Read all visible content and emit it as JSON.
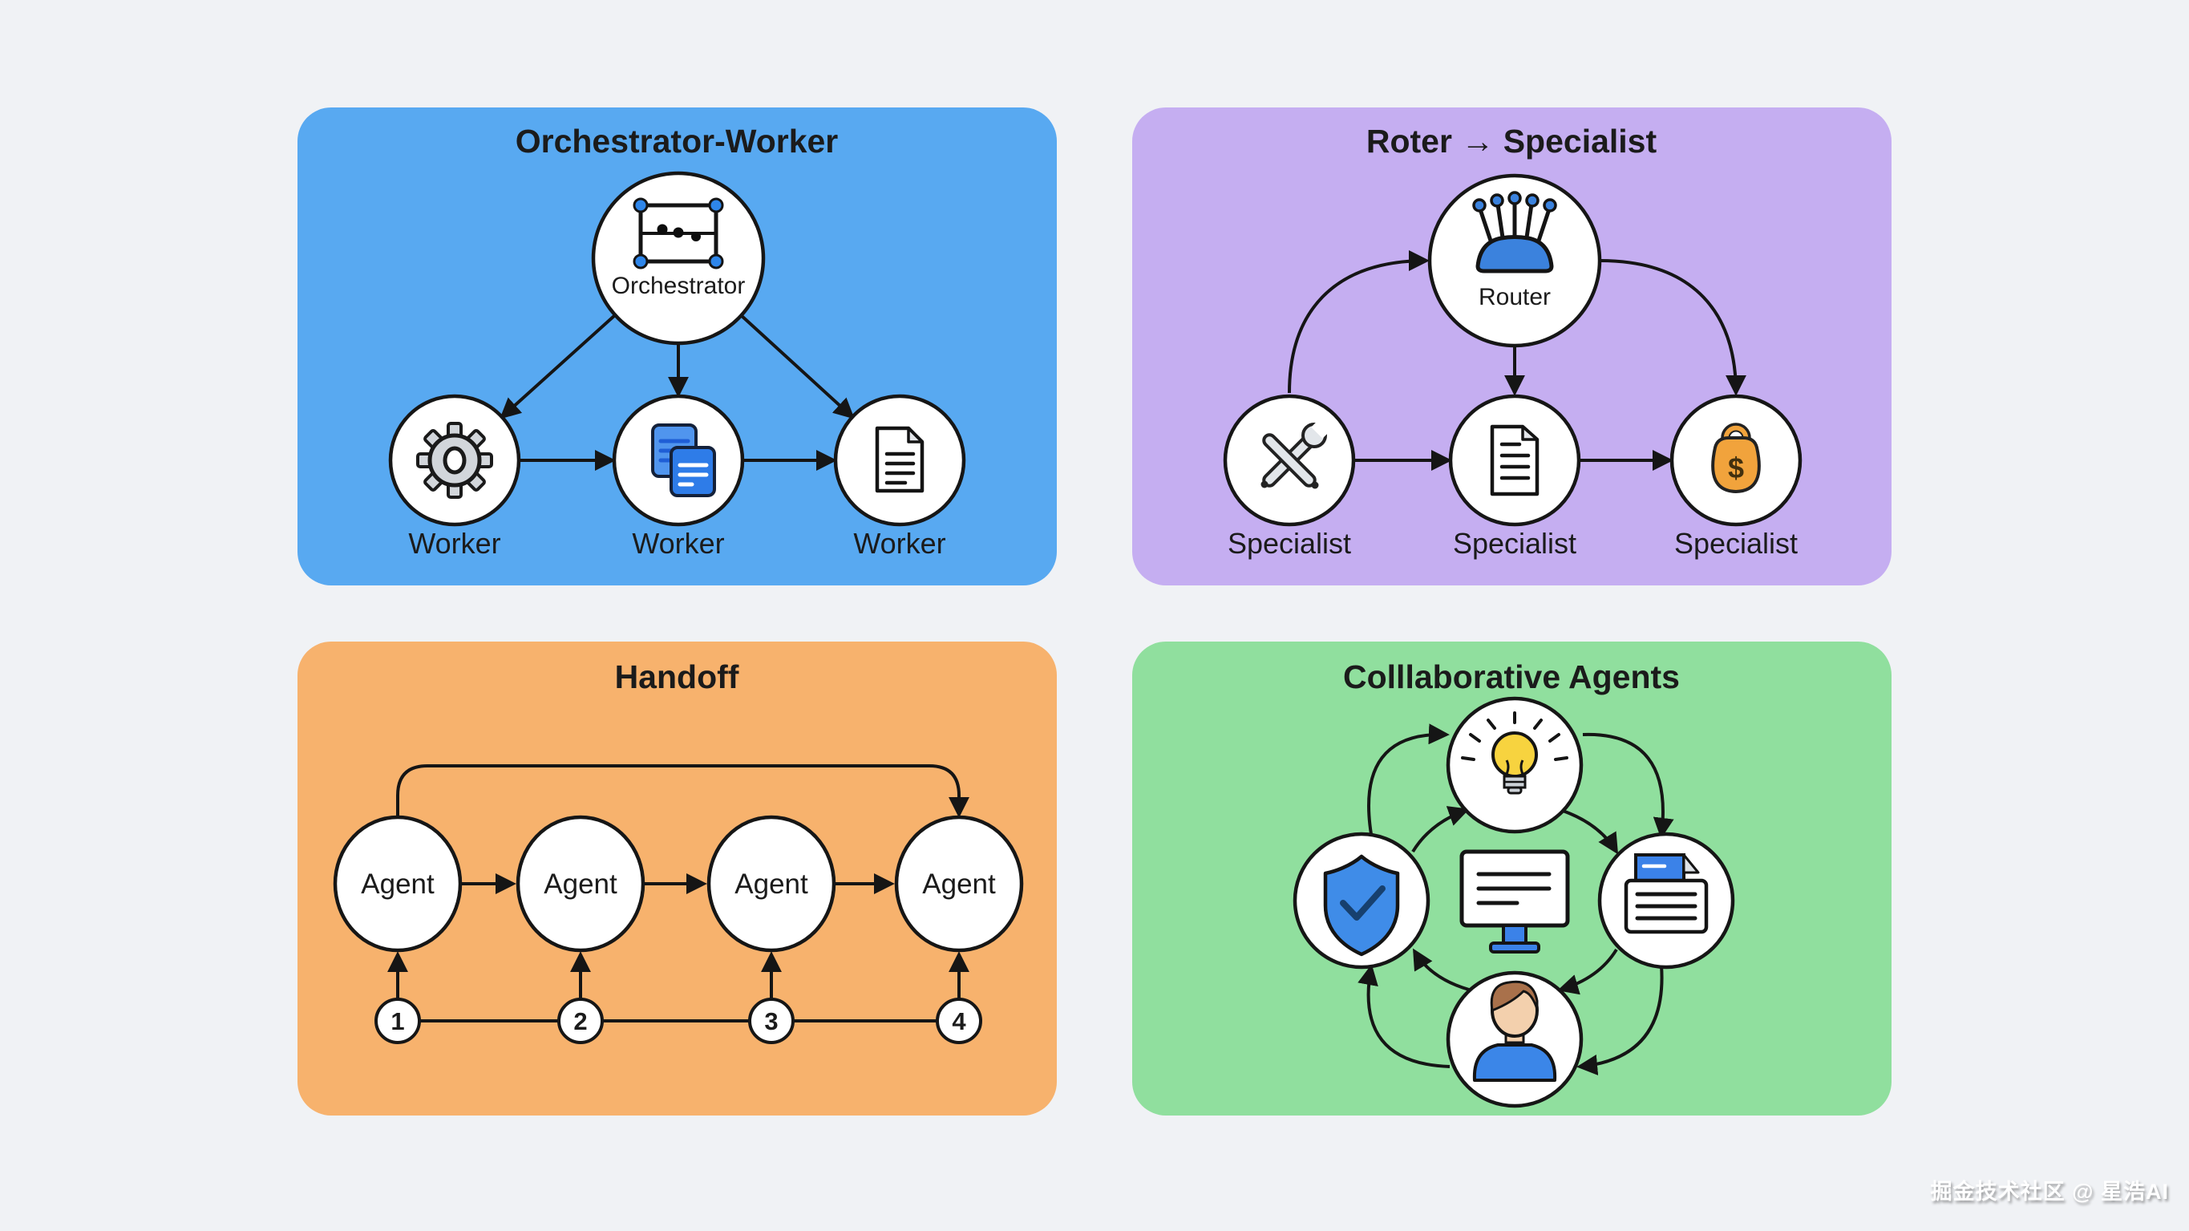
{
  "watermark": "掘金技术社区 @ 星浩AI",
  "colors": {
    "background": "#f0f2f5",
    "node_fill": "#ffffff",
    "stroke": "#161616"
  },
  "panels": {
    "orchestrator_worker": {
      "title": "Orchestrator-Worker",
      "color": "#58a9f1",
      "orchestrator": {
        "label": "Orchestrator",
        "icon": "workflow-icon"
      },
      "workers": [
        {
          "label": "Worker",
          "icon": "gear-icon"
        },
        {
          "label": "Worker",
          "icon": "copy-documents-icon"
        },
        {
          "label": "Worker",
          "icon": "document-icon"
        }
      ]
    },
    "router_specialist": {
      "title": "Roter → Specialist",
      "color": "#c5aef1",
      "router": {
        "label": "Router",
        "icon": "router-icon"
      },
      "specialists": [
        {
          "label": "Specialist",
          "icon": "tools-icon"
        },
        {
          "label": "Specialist",
          "icon": "document-icon"
        },
        {
          "label": "Specialist",
          "icon": "money-bag-icon"
        }
      ]
    },
    "handoff": {
      "title": "Handoff",
      "agents": [
        {
          "label": "Agent",
          "step": "1"
        },
        {
          "label": "Agent",
          "step": "2"
        },
        {
          "label": "Agent",
          "step": "3"
        },
        {
          "label": "Agent",
          "step": "4"
        }
      ]
    },
    "collaborative": {
      "title": "Colllaborative Agents",
      "nodes": [
        "idea-lightbulb-icon",
        "shield-check-icon",
        "document-tray-icon",
        "person-icon"
      ],
      "center_icon": "monitor-icon"
    }
  }
}
